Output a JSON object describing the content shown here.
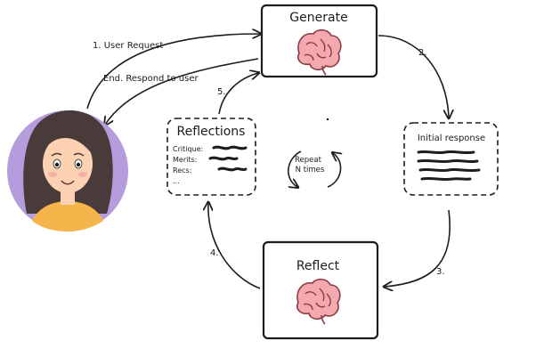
{
  "nodes": {
    "generate": {
      "title": "Generate",
      "icon": "brain-icon"
    },
    "reflect": {
      "title": "Reflect",
      "icon": "brain-icon"
    },
    "initial_response": {
      "title": "Initial response"
    },
    "reflections": {
      "title": "Reflections",
      "rows": [
        "Critique:",
        "Merits:",
        "Recs:",
        "..."
      ]
    },
    "loop": {
      "line1": "Repeat",
      "line2": "N times"
    },
    "user": {
      "icon": "user-avatar-icon"
    }
  },
  "edges": {
    "user_request": "1. User Request",
    "respond": "End. Respond to user",
    "step2": "2.",
    "step3": "3.",
    "step4": "4.",
    "step5": "5."
  },
  "colors": {
    "stroke": "#1d1d1d",
    "brain": "#f3a9ad",
    "avatar_bg": "#b59cdd",
    "hair": "#4a3b3b",
    "shirt": "#f5b54a",
    "skin": "#fcd2b3"
  }
}
